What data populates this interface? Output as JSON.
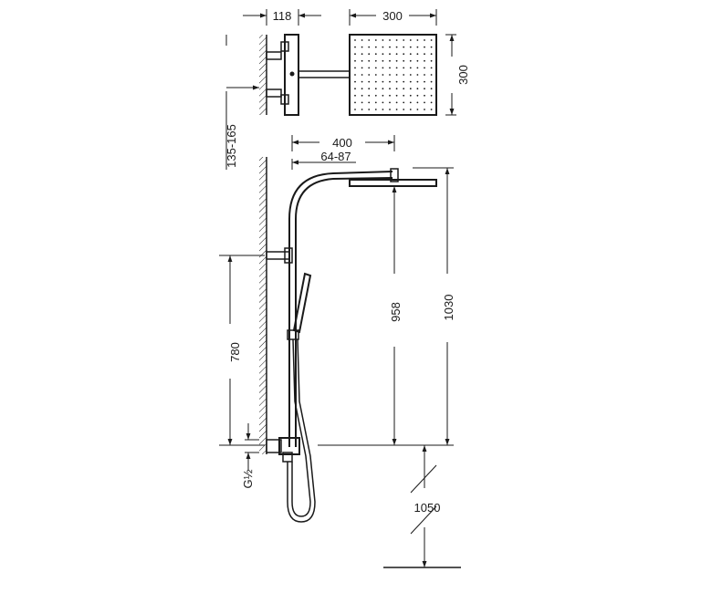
{
  "dimensions": {
    "valve_depth": "118",
    "head_width_top": "300",
    "head_depth": "300",
    "arm_reach": "400",
    "adjust_range": "64-87",
    "wall_offset": "135-165",
    "head_height_958": "958",
    "head_height_1030": "1030",
    "rail_height": "780",
    "inlet_thread": "G½",
    "floor_height": "1050"
  },
  "colors": {
    "line": "#1a1a1a",
    "background": "#ffffff"
  }
}
